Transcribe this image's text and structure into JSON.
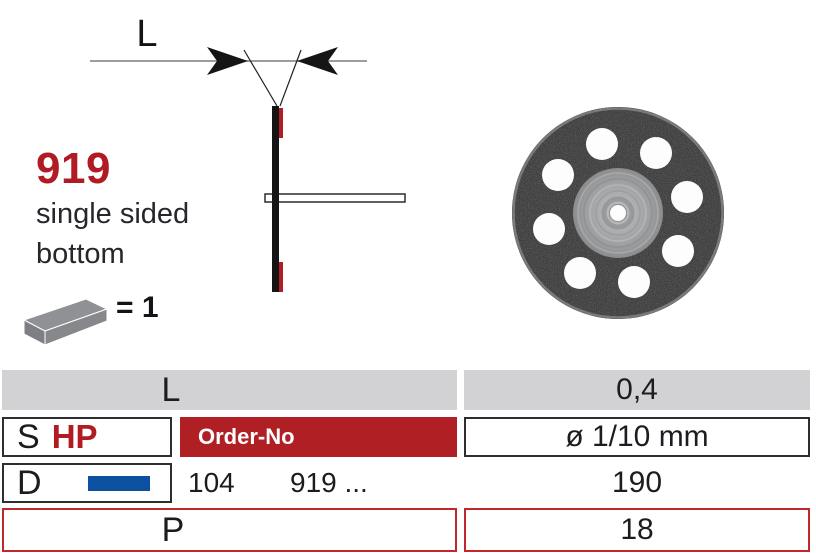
{
  "product": {
    "number": "919",
    "description_line1": "single sided",
    "description_line2": "bottom",
    "quantity_text": "= 1"
  },
  "diagram": {
    "dimension_label": "L"
  },
  "table": {
    "row_l": {
      "label": "L",
      "value": "0,4"
    },
    "row_s": {
      "label": "S",
      "shank": "HP",
      "order_header": "Order-No",
      "value": "ø 1/10 mm"
    },
    "row_d": {
      "label": "D",
      "code_prefix": "104",
      "code_number": "919 ...",
      "value": "190"
    },
    "row_p": {
      "label": "P",
      "value": "18"
    }
  },
  "colors": {
    "accent_red": "#b01f24",
    "border_red": "#c1282c",
    "header_gray": "#d2d2d4",
    "shank_blue": "#0b51a0",
    "text_dark": "#1c1c21"
  },
  "icons": {
    "pack_slab": "slab-3d-icon",
    "dimension_arrows": "inward-arrows-icon"
  }
}
